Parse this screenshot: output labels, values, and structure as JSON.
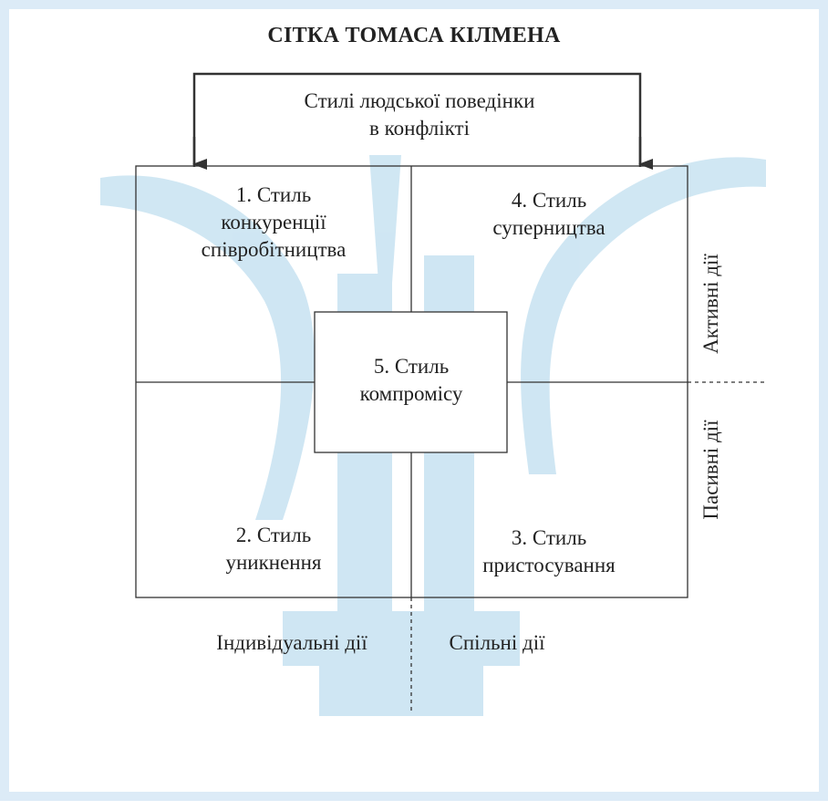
{
  "title": "СІТКА ТОМАСА КІЛМЕНА",
  "header": "Стилі людської поведінки\nв конфлікті",
  "quadrants": {
    "q1": "1. Стиль\nконкуренції\nспівробітництва",
    "q4": "4. Стиль\nсуперництва",
    "q2": "2. Стиль\nуникнення",
    "q3": "3. Стиль\nпристосування",
    "center": "5. Стиль\nкомпромісу"
  },
  "axes": {
    "active": "Активні дії",
    "passive": "Пасивні дії",
    "individual": "Індивідуальні дії",
    "joint": "Спільні дії"
  },
  "colors": {
    "frame": "#dcebf7",
    "watermark": "#a9d3ea",
    "line": "#333333"
  }
}
